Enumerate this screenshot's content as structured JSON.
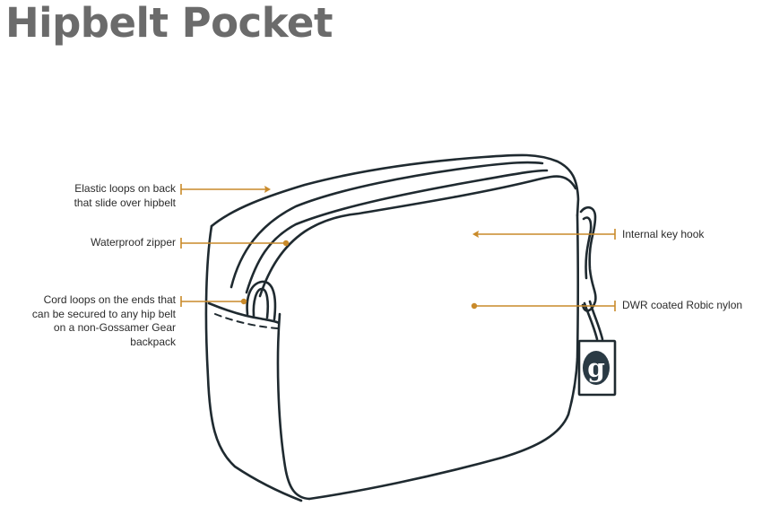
{
  "title": "Hipbelt Pocket",
  "colors": {
    "title": "#6b6b6b",
    "callout": "#c98a2a",
    "outline": "#1f2a30",
    "label_text": "#2b2b2b"
  },
  "callouts": {
    "left": [
      {
        "id": "elastic-loops",
        "lines": [
          "Elastic loops on back",
          "that slide over hipbelt"
        ],
        "marker": "arrow"
      },
      {
        "id": "waterproof-zipper",
        "lines": [
          "Waterproof zipper"
        ],
        "marker": "dot"
      },
      {
        "id": "cord-loops",
        "lines": [
          "Cord loops on the ends that",
          "can be secured to any hip belt",
          "on a non-Gossamer Gear",
          "backpack"
        ],
        "marker": "dot"
      }
    ],
    "right": [
      {
        "id": "internal-key-hook",
        "lines": [
          "Internal key hook"
        ],
        "marker": "arrow"
      },
      {
        "id": "dwr-nylon",
        "lines": [
          "DWR coated Robic nylon"
        ],
        "marker": "dot"
      }
    ]
  },
  "logo": {
    "glyph": "g",
    "name": "gossamer-gear-logo"
  }
}
